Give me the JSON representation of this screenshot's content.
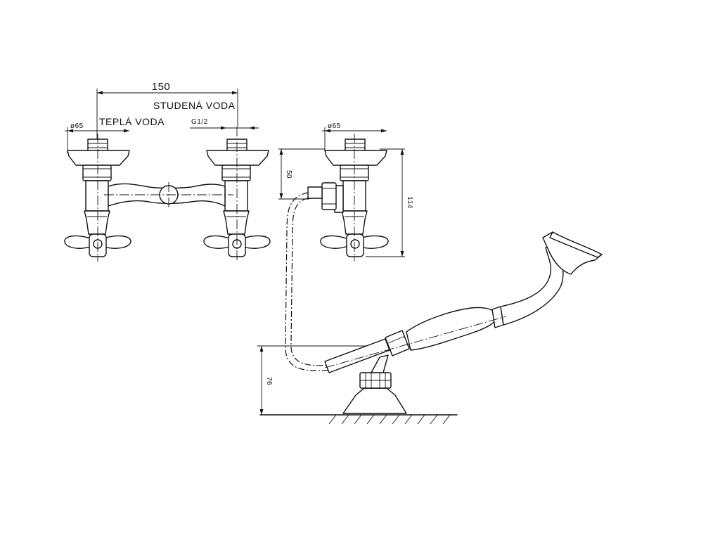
{
  "front_view": {
    "dim_spacing": "150",
    "label_cold": "STUDENÁ VODA",
    "label_hot": "TEPLÁ VODA",
    "dim_rosette": "ø65",
    "dim_thread": "G1/2"
  },
  "side_view": {
    "dim_rosette": "ø65",
    "dim_outlet_height": "50",
    "dim_projection": "114"
  },
  "holder_view": {
    "dim_holder_height": "76"
  }
}
